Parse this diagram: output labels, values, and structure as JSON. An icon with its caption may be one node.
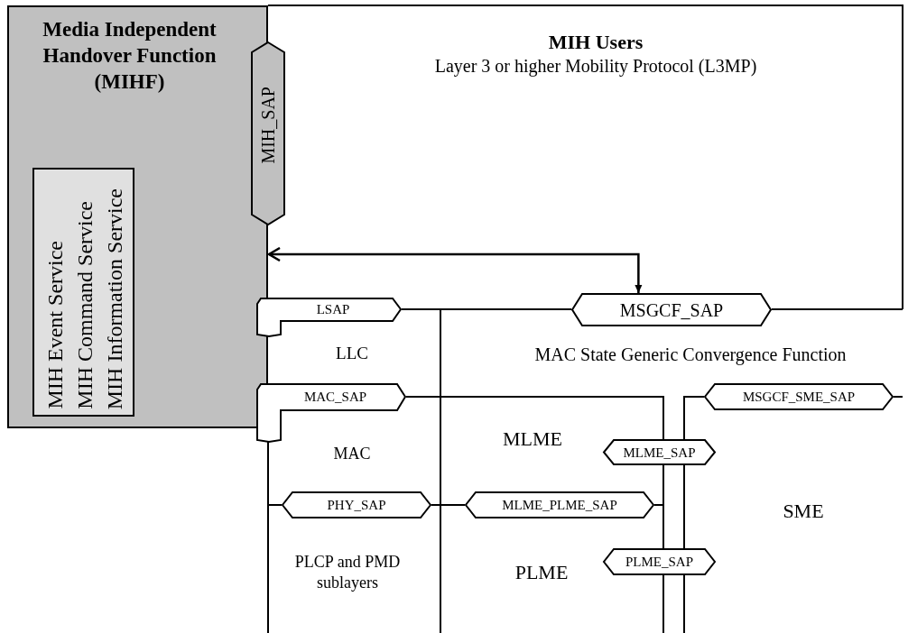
{
  "diagram": {
    "nodes": [
      {
        "text": [
          "Media Independent Handover Function (MIHF)"
        ]
      },
      {
        "text": [
          "MIH Event Service",
          "MIH Command Service",
          "MIH Information Service"
        ],
        "in": 0
      },
      {
        "text": [
          "MIH Users",
          "Layer 3 or higher Mobility Protocol (L3MP)"
        ]
      },
      {
        "text": [
          "MIH_SAP"
        ]
      },
      {
        "text": [
          "LSAP"
        ]
      },
      {
        "text": [
          "LLC"
        ]
      },
      {
        "text": [
          "MSGCF_SAP"
        ]
      },
      {
        "text": [
          "MAC State Generic Convergence Function"
        ]
      },
      {
        "text": [
          "MAC_SAP"
        ]
      },
      {
        "text": [
          "MAC"
        ]
      },
      {
        "text": [
          "MSGCF_SME_SAP"
        ]
      },
      {
        "text": [
          "MLME"
        ]
      },
      {
        "text": [
          "MLME_SAP"
        ]
      },
      {
        "text": [
          "PHY_SAP"
        ]
      },
      {
        "text": [
          "MLME_PLME_SAP"
        ]
      },
      {
        "text": [
          "SME"
        ]
      },
      {
        "text": [
          "PLCP and PMD sublayers"
        ]
      },
      {
        "text": [
          "PLME"
        ]
      },
      {
        "text": [
          "PLME_SAP"
        ]
      }
    ],
    "edges": [
      {
        "from": 0,
        "to": 6,
        "arrow": "both"
      }
    ]
  }
}
